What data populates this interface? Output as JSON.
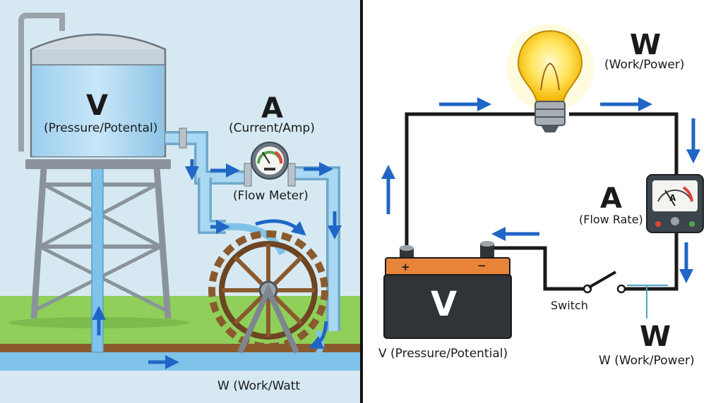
{
  "water_side": {
    "tank_letter": "V",
    "tank_caption": "(Pressure/Potental)",
    "meter_letter": "A",
    "meter_caption": "(Current/Amp)",
    "flow_meter_label": "(Flow Meter)",
    "work_label": "W (Work/Watt"
  },
  "circuit_side": {
    "bulb_letter": "W",
    "bulb_caption": "(Work/Power)",
    "meter_letter": "A",
    "meter_caption": "(Flow Rate)",
    "meter_face_letter": "A",
    "battery_letter": "V",
    "battery_plus": "+",
    "battery_minus": "−",
    "battery_caption": "V (Pressure/Potential)",
    "switch_label": "Switch",
    "load_letter": "W",
    "load_caption": "W (Work/Power)"
  },
  "colors": {
    "sky": "#d6e9f2",
    "water": "#7fc3ea",
    "grass": "#8fcf5a",
    "arrow": "#1f66c6",
    "wire": "#1a1a1a",
    "battery_top": "#e8843a",
    "wood": "#8a5a2e"
  }
}
